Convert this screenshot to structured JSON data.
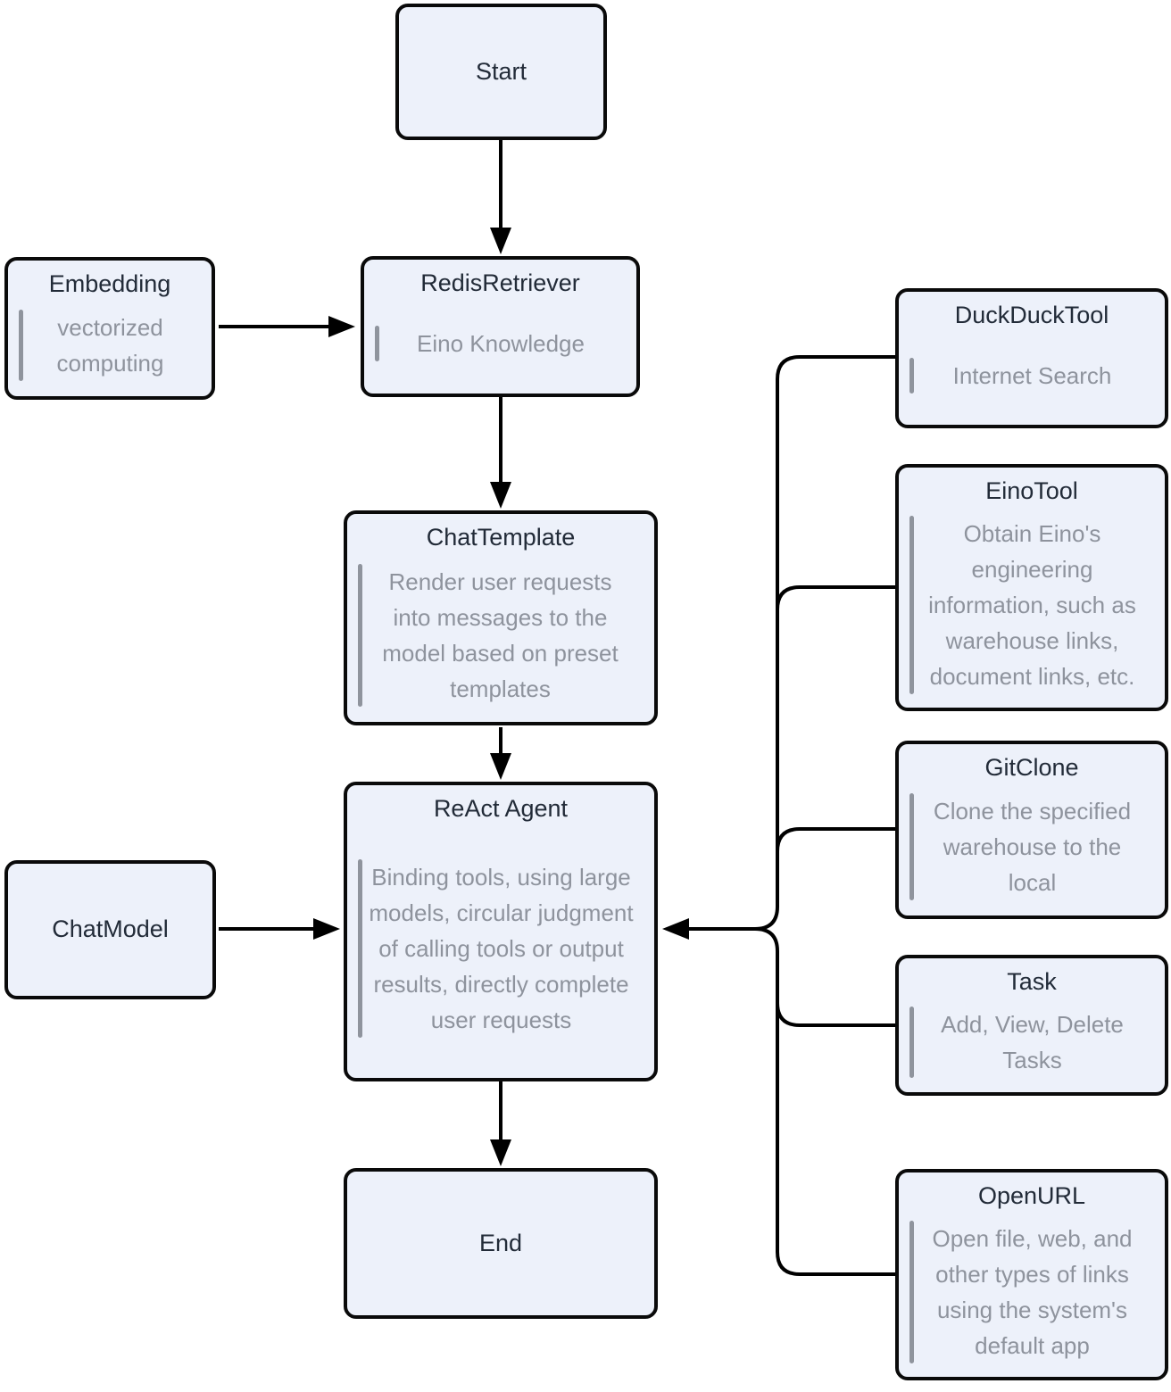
{
  "diagram": {
    "type": "flowchart",
    "colors": {
      "node_fill": "#EDF1FA",
      "node_border": "#0A0A0A",
      "title_text": "#222B38",
      "subtitle_text": "#8E939D",
      "accent_bar": "#8F949D",
      "connector": "#000000",
      "background": "#FFFFFF"
    },
    "nodes": {
      "start": {
        "title": "Start"
      },
      "embedding": {
        "title": "Embedding",
        "subtitle": "vectorized computing"
      },
      "redis_retriever": {
        "title": "RedisRetriever",
        "subtitle": "Eino Knowledge"
      },
      "chat_template": {
        "title": "ChatTemplate",
        "subtitle": "Render user requests into messages to the model based on preset templates"
      },
      "react_agent": {
        "title": "ReAct Agent",
        "subtitle": "Binding tools, using large models, circular judgment of calling tools or output results, directly complete user requests"
      },
      "chat_model": {
        "title": "ChatModel"
      },
      "end": {
        "title": "End"
      },
      "duckduck_tool": {
        "title": "DuckDuckTool",
        "subtitle": "Internet Search"
      },
      "eino_tool": {
        "title": "EinoTool",
        "subtitle": "Obtain Eino's engineering information, such as warehouse links, document links, etc."
      },
      "git_clone": {
        "title": "GitClone",
        "subtitle": "Clone the specified warehouse to the local"
      },
      "task": {
        "title": "Task",
        "subtitle": "Add, View, Delete Tasks"
      },
      "open_url": {
        "title": "OpenURL",
        "subtitle": "Open file, web, and other types of links using the system's default app"
      }
    },
    "edges": [
      {
        "from": "Start",
        "to": "RedisRetriever"
      },
      {
        "from": "Embedding",
        "to": "RedisRetriever"
      },
      {
        "from": "RedisRetriever",
        "to": "ChatTemplate"
      },
      {
        "from": "ChatTemplate",
        "to": "ReAct Agent"
      },
      {
        "from": "ChatModel",
        "to": "ReAct Agent"
      },
      {
        "from": "ReAct Agent",
        "to": "End"
      },
      {
        "from": "DuckDuckTool",
        "to": "ReAct Agent"
      },
      {
        "from": "EinoTool",
        "to": "ReAct Agent"
      },
      {
        "from": "GitClone",
        "to": "ReAct Agent"
      },
      {
        "from": "Task",
        "to": "ReAct Agent"
      },
      {
        "from": "OpenURL",
        "to": "ReAct Agent"
      }
    ]
  }
}
